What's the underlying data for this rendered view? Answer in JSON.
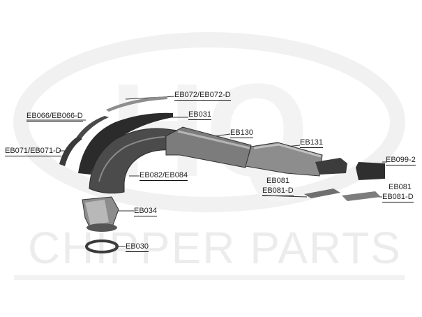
{
  "watermark": {
    "logo_text": "HQ",
    "tagline": "CHIPPER PARTS"
  },
  "parts": {
    "eb072": "EB072/EB072-D",
    "eb066": "EB066/EB066-D",
    "eb031": "EB031",
    "eb071": "EB071/EB071-D",
    "eb130": "EB130",
    "eb131": "EB131",
    "eb099": "EB099-2",
    "eb082": "EB082/EB084",
    "eb081_a": "EB081",
    "eb081_a_d": "EB081-D",
    "eb081_b": "EB081",
    "eb081_b_d": "EB081-D",
    "eb034": "EB034",
    "eb030": "EB030"
  },
  "colors": {
    "part_dark": "#2b2b2b",
    "part_mid": "#6b6b6b",
    "part_light": "#a9a9a9",
    "watermark": "#ececec",
    "label_text": "#222222"
  }
}
